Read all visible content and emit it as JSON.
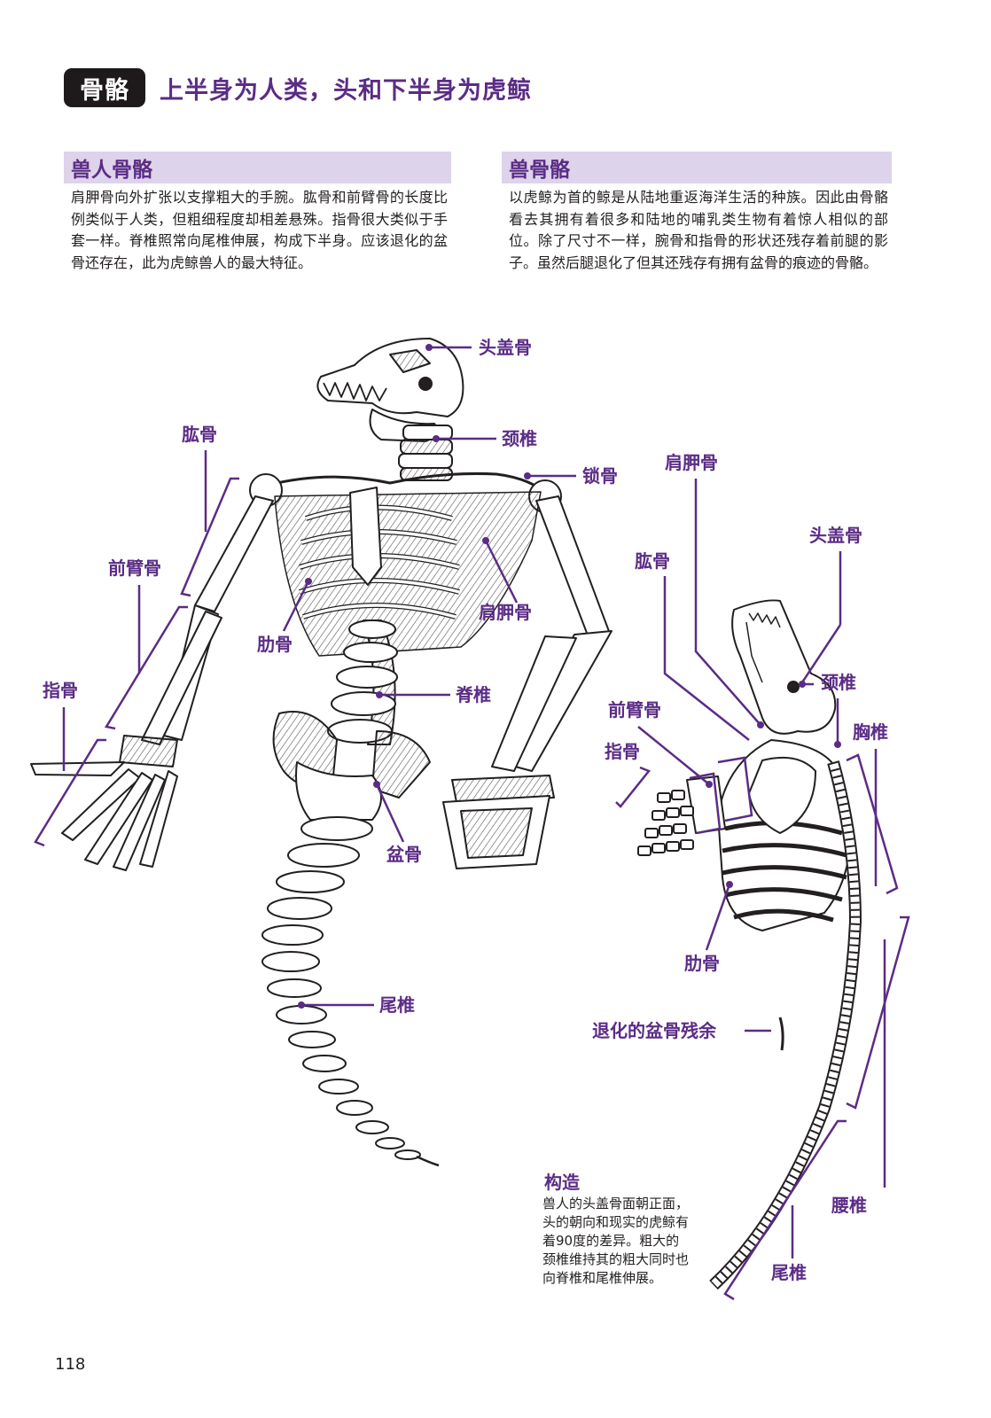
{
  "header": {
    "tag": "骨骼",
    "title": "上半身为人类，头和下半身为虎鲸"
  },
  "left_section": {
    "heading": "兽人骨骼",
    "body": "肩胛骨向外扩张以支撑粗大的手腕。肱骨和前臂骨的长度比例类似于人类，但粗细程度却相差悬殊。指骨很大类似于手套一样。脊椎照常向尾椎伸展，构成下半身。应该退化的盆骨还存在，此为虎鲸兽人的最大特征。"
  },
  "right_section": {
    "heading": "兽骨骼",
    "body": "以虎鲸为首的鲸是从陆地重返海洋生活的种族。因此由骨骼看去其拥有着很多和陆地的哺乳类生物有着惊人相似的部位。除了尺寸不一样，腕骨和指骨的形状还残存着前腿的影子。虽然后腿退化了但其还残存有拥有盆骨的痕迹的骨骼。"
  },
  "beast_human_labels": {
    "skull": "头盖骨",
    "cervical": "颈椎",
    "clavicle": "锁骨",
    "humerus": "肱骨",
    "forearm": "前臂骨",
    "phalanges": "指骨",
    "rib": "肋骨",
    "scapula": "肩胛骨",
    "spine": "脊椎",
    "pelvis": "盆骨",
    "caudal": "尾椎"
  },
  "orca_labels": {
    "scapula": "肩胛骨",
    "skull": "头盖骨",
    "humerus": "肱骨",
    "cervical": "颈椎",
    "forearm": "前臂骨",
    "thoracic": "胸椎",
    "phalanges": "指骨",
    "rib": "肋骨",
    "vestigial_pelvis": "退化的盆骨残余",
    "lumbar": "腰椎",
    "caudal": "尾椎"
  },
  "note": {
    "title": "构造",
    "body": "兽人的头盖骨面朝正面，头的朝向和现实的虎鲸有着90度的差异。粗大的颈椎维持其的粗大同时也向脊椎和尾椎伸展。"
  },
  "page_number": "118",
  "colors": {
    "accent": "#5b2c86",
    "heading_bg": "#ddd3ea",
    "tag_bg": "#1e1a1b",
    "line": "#231f20"
  }
}
